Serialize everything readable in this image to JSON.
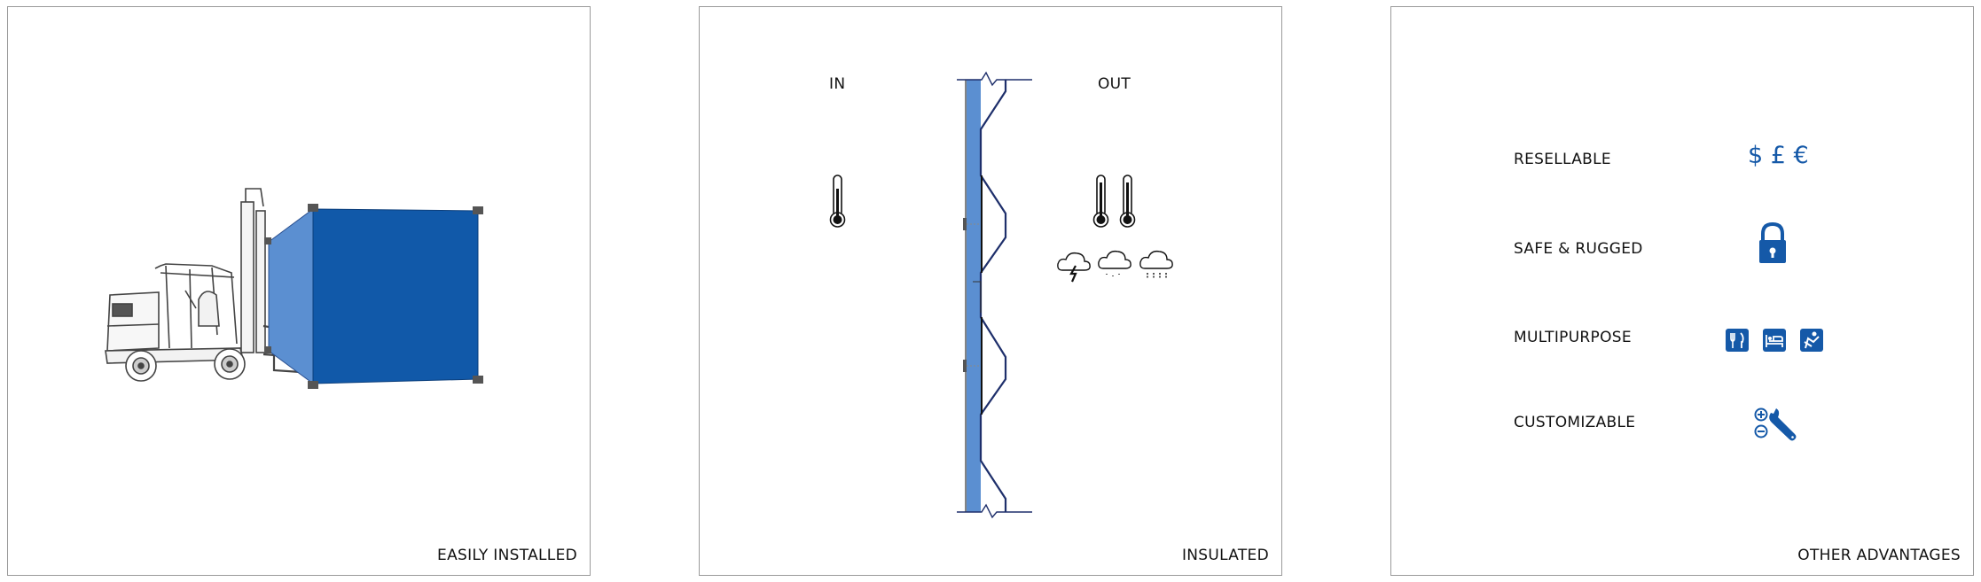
{
  "panels": [
    {
      "caption": "EASILY INSTALLED"
    },
    {
      "caption": "INSULATED",
      "in_label": "IN",
      "out_label": "OUT"
    },
    {
      "caption": "OTHER ADVANTAGES",
      "advantages": [
        {
          "label": "RESELLABLE",
          "icon": "currency-symbols",
          "currency": "$ £ €"
        },
        {
          "label": "SAFE & RUGGED",
          "icon": "padlock-icon"
        },
        {
          "label": "MULTIPURPOSE",
          "icon": "cutlery-bed-reading-icons"
        },
        {
          "label": "CUSTOMIZABLE",
          "icon": "plus-minus-wrench-icon"
        }
      ]
    }
  ],
  "colors": {
    "container_front": "#1159a9",
    "container_side": "#5b8fd1",
    "wall": "#5b8fd1",
    "icon_blue": "#1559a8",
    "outline": "#1e2f6b",
    "frame": "#9a9a9a"
  }
}
